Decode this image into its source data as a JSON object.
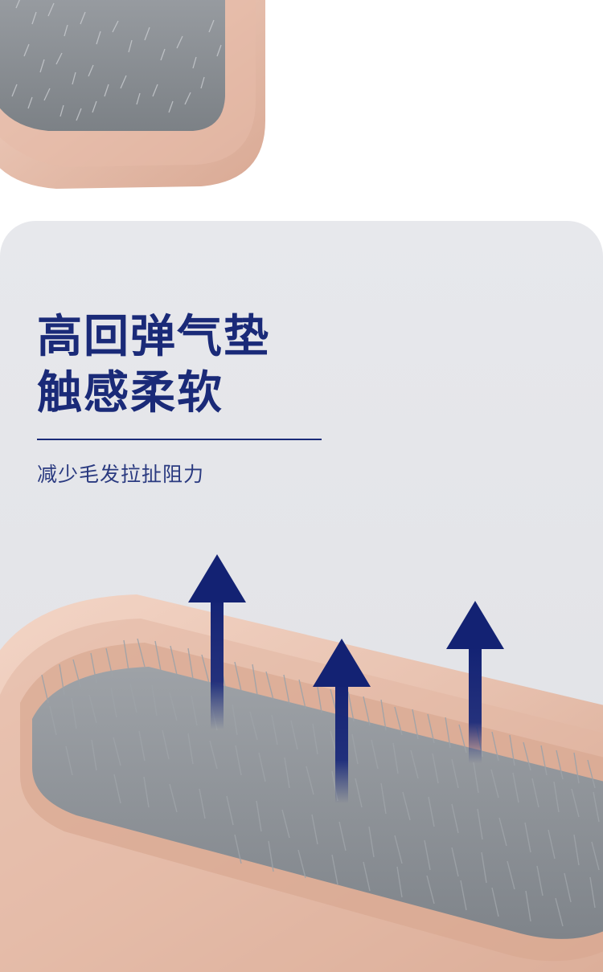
{
  "headline": {
    "line1": "高回弹气垫",
    "line2": "触感柔软"
  },
  "subtitle": "减少毛发拉扯阻力",
  "colors": {
    "accent": "#1a2a78",
    "panel_background": "#e5e6ea",
    "wood": "#e8c2b0",
    "cushion": "#8a8f94"
  },
  "icons": [
    "arrow-up-icon"
  ]
}
